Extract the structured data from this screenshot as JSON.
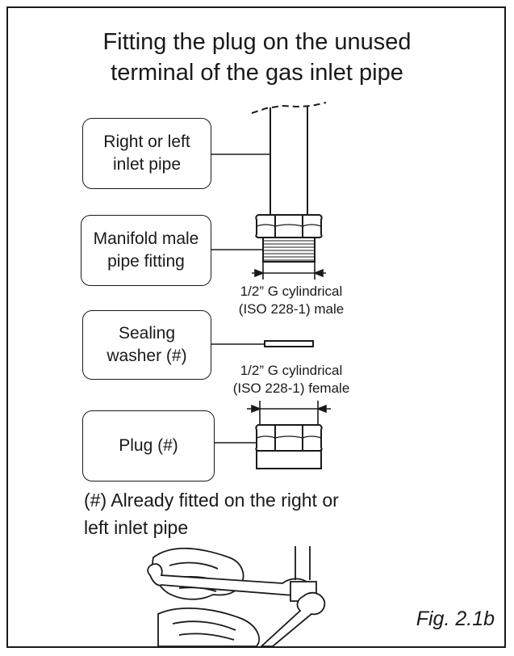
{
  "title": {
    "line1": "Fitting the plug on the unused",
    "line2": "terminal of the gas inlet pipe"
  },
  "callouts": {
    "inlet_pipe": {
      "line1": "Right or left",
      "line2": "inlet pipe"
    },
    "male_fitting": {
      "line1": "Manifold male",
      "line2": "pipe fitting"
    },
    "washer": {
      "line1": "Sealing",
      "line2": "washer (#)"
    },
    "plug": {
      "line1": "Plug (#)"
    }
  },
  "dimensions": {
    "male": {
      "line1": "1/2” G cylindrical",
      "line2": "(ISO 228-1) male"
    },
    "female": {
      "line1": "1/2” G cylindrical",
      "line2": "(ISO 228-1) female"
    }
  },
  "note": {
    "line1": "(#) Already fitted on the right or",
    "line2": "left inlet pipe"
  },
  "figure_label": "Fig. 2.1b"
}
